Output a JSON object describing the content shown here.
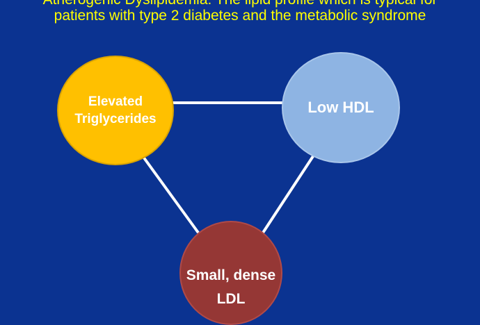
{
  "title": {
    "line1": "Atherogenic Dyslipidemia: The lipid profile which is typical for",
    "line2": "patients with type 2 diabetes and the metabolic syndrome",
    "color": "#FFFF00"
  },
  "background_color": "#0B3391",
  "nodes": [
    {
      "id": "elevated-triglycerides",
      "label_line1": "Elevated",
      "label_line2": "Triglycerides",
      "color": "#FFC000"
    },
    {
      "id": "low-hdl",
      "label": "Low HDL",
      "color": "#8EB4E3"
    },
    {
      "id": "small-dense-ldl",
      "label_line1": "Small, dense",
      "label_line2": "LDL",
      "color": "#953735"
    }
  ],
  "edges": [
    {
      "from": "elevated-triglycerides",
      "to": "low-hdl"
    },
    {
      "from": "elevated-triglycerides",
      "to": "small-dense-ldl"
    },
    {
      "from": "low-hdl",
      "to": "small-dense-ldl"
    }
  ],
  "edge_color": "#FFFFFF"
}
